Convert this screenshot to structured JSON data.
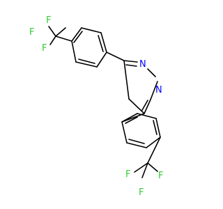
{
  "molecule": {
    "atoms": {
      "n_top": "N",
      "n_bottom": "N",
      "f_top_1": "F",
      "f_top_2": "F",
      "f_top_3": "F",
      "f_bottom_1": "F",
      "f_bottom_2": "F",
      "f_bottom_3": "F"
    },
    "colors": {
      "bond": "#000000",
      "nitrogen": "#0000ff",
      "fluorine": "#33cc33",
      "background": "#ffffff"
    }
  }
}
